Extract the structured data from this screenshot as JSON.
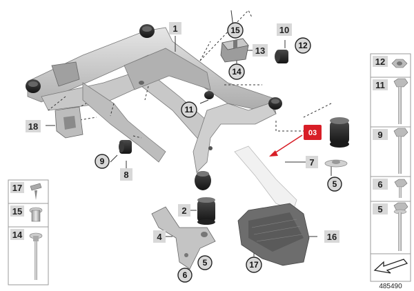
{
  "highlight_color": "#d81e27",
  "main_labels": {
    "n1": "1",
    "n2": "2",
    "n4": "4",
    "n7": "7",
    "n8": "8",
    "n10": "10",
    "n13": "13",
    "n16": "16",
    "n18": "18"
  },
  "circle_labels": {
    "c5_main": "5",
    "c5_bushing": "5",
    "c6": "6",
    "c9": "9",
    "c11": "11",
    "c12": "12",
    "c14": "14",
    "c15": "15",
    "c17": "17"
  },
  "callout": "03",
  "sidebar_left": {
    "i17": "17",
    "i15": "15",
    "i14": "14"
  },
  "sidebar_right": {
    "i12": "12",
    "i11": "11",
    "i9": "9",
    "i6": "6",
    "i5": "5"
  },
  "reference_number": "485490",
  "icons": [
    "arrow-reference-icon"
  ]
}
